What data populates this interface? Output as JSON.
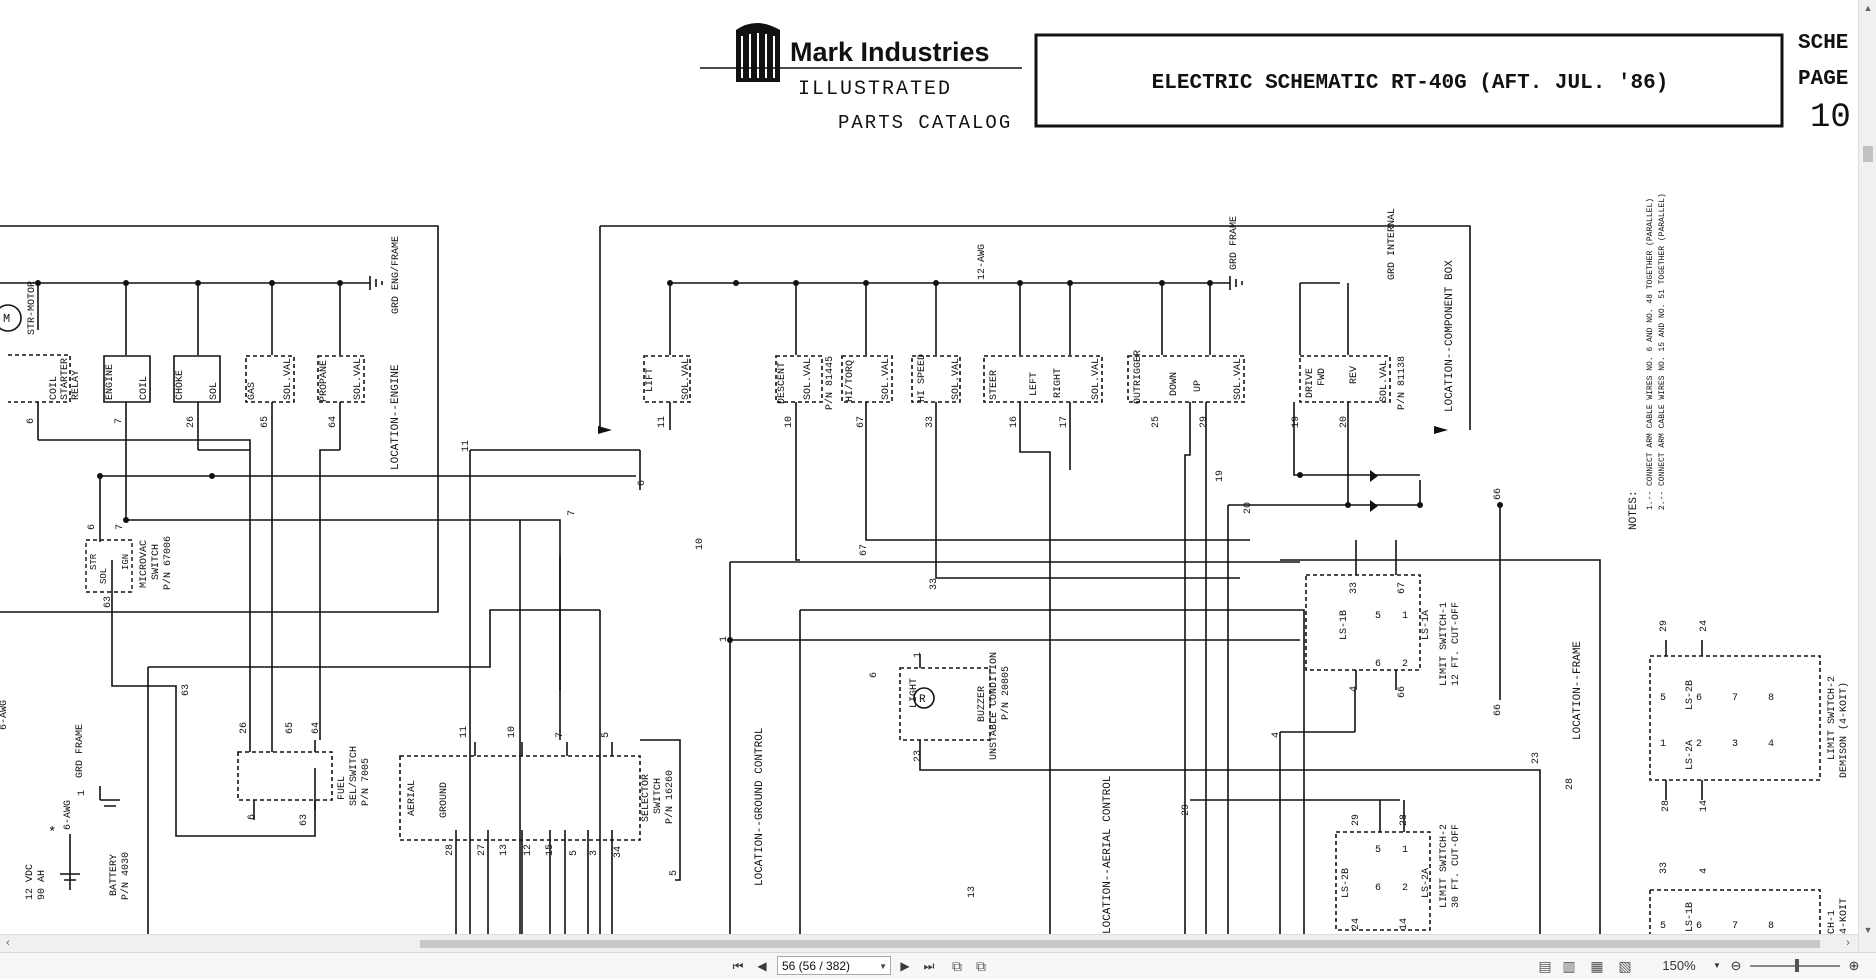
{
  "document": {
    "brand": {
      "company": "Mark Industries",
      "line1": "ILLUSTRATED",
      "line2": "PARTS CATALOG"
    },
    "title": "ELECTRIC SCHEMATIC RT-40G (AFT. JUL. '86)",
    "corner": {
      "sche": "SCHE",
      "page": "PAGE",
      "number": "10"
    },
    "notes": {
      "heading": "NOTES:",
      "lines": [
        "1.-- CONNECT ARM CABLE WIRES NO. 6 AND NO. 48 TOGETHER (PARALLEL)",
        "2.-- CONNECT ARM CABLE WIRES NO. 15 AND NO. 51 TOGETHER (PARALLEL)"
      ]
    },
    "engine_section": {
      "location": "LOCATION--ENGINE",
      "ground": "GRD ENG/FRAME",
      "str_motor": "STR-MOTOR",
      "motor": "M",
      "relay": [
        "COIL",
        "STARTER",
        "RELAY"
      ],
      "coils": [
        {
          "name": "ENGINE",
          "type": "COIL",
          "wire": "7"
        },
        {
          "name": "CHOKE",
          "type": "SOL",
          "wire": "26"
        },
        {
          "name": "GAS",
          "type": "SOL.VAL",
          "wire": "65"
        },
        {
          "name": "PROPANE",
          "type": "SOL.VAL",
          "wire": "64"
        }
      ],
      "relay_wire": "6"
    },
    "valve_section": {
      "ground": "GRD FRAME",
      "awg": "12-AWG",
      "valves": [
        {
          "name": "LIFT",
          "type": "SOL.VAL",
          "wire": "11"
        },
        {
          "name": "DESCENT",
          "type": "SOL.VAL",
          "pn": "P/N 81445",
          "wire": "10"
        },
        {
          "name": "HI/TORQ",
          "type": "SOL.VAL",
          "wire": "67"
        },
        {
          "name": "HI SPEED",
          "type": "SOL.VAL",
          "wire": "33"
        },
        {
          "name": "STEER",
          "sub": "LEFT",
          "wire": "16"
        },
        {
          "name": "",
          "sub": "RIGHT",
          "type": "SOL.VAL",
          "wire": "17"
        },
        {
          "name": "OUTRIGGER",
          "sub": "DOWN",
          "wire": "25"
        },
        {
          "name": "",
          "sub": "UP",
          "type": "SOL.VAL",
          "wire": "29"
        }
      ]
    },
    "drive_section": {
      "ground": "GRD INTERNAL",
      "location": "LOCATION--COMPONENT BOX",
      "drive": "DRIVE",
      "fwd": "FWD",
      "rev": "REV",
      "solval": "SOL.VAL",
      "pn": "P/N 81138",
      "wires": [
        "19",
        "20"
      ]
    },
    "microvac": {
      "labels": [
        "MICROVAC",
        "SWITCH",
        "P/N 67006"
      ],
      "pins": [
        "STR",
        "SOL",
        "IGN"
      ],
      "wires": [
        "6",
        "7",
        "63"
      ]
    },
    "fuel_switch": {
      "labels": [
        "FUEL",
        "SEL/SWITCH",
        "P/N 7005"
      ],
      "wires_top": [
        "26",
        "65",
        "64"
      ],
      "wires_bottom": [
        "6",
        "63"
      ]
    },
    "battery": {
      "ground": "GRD FRAME",
      "awg": "6-AWG",
      "star": "*",
      "voltage": "12 VDC",
      "capacity": "90 AH",
      "label": "BATTERY",
      "pn": "P/N 4030",
      "left_awg": "6-AWG",
      "wire": "1"
    },
    "selector": {
      "aerial": "AERIAL",
      "ground": "GROUND",
      "labels": [
        "SELECTOR",
        "SWITCH",
        "P/N 16260"
      ],
      "wires_top": [
        "11",
        "10",
        "7",
        "5"
      ],
      "wires_bottom": [
        "28",
        "27",
        "13",
        "12",
        "15",
        "5",
        "3",
        "34"
      ],
      "wire_side": "5"
    },
    "buzzer": {
      "light": "LIGHT",
      "r": "R",
      "buzzer": "BUZZER",
      "labels": [
        "UNSTABLE CONDITION",
        "P/N 20805"
      ],
      "wires": [
        "1",
        "23"
      ]
    },
    "ls1": {
      "ls1b": "LS-1B",
      "ls1a": "LS-1A",
      "labels": [
        "LIMIT SWITCH-1",
        "12 FT. CUT-OFF"
      ],
      "wires": [
        "33",
        "67",
        "4",
        "66"
      ],
      "terminals": [
        "5",
        "1",
        "6",
        "2"
      ]
    },
    "ls2": {
      "ls2b": "LS-2B",
      "ls2a": "LS-2A",
      "labels": [
        "LIMIT SWITCH-2",
        "30 FT. CUT-OFF"
      ],
      "wires": [
        "29",
        "28",
        "24",
        "14"
      ],
      "terminals": [
        "5",
        "1",
        "6",
        "2"
      ]
    },
    "ls_demison": {
      "labels": [
        "LIMIT SWITCH-2",
        "DEMISON (4-KOIT)"
      ],
      "top": [
        "29",
        "24"
      ],
      "bottom": [
        "28",
        "14"
      ],
      "b": "LS-2B",
      "a": "LS-2A",
      "terminals": [
        "5",
        "6",
        "7",
        "8",
        "1",
        "2",
        "3",
        "4"
      ]
    },
    "ls_demison2": {
      "labels": [
        "CH-1",
        "4-KOIT"
      ],
      "top": [
        "33",
        "4"
      ],
      "b": "LS-1B",
      "terminals": [
        "5",
        "6",
        "7",
        "8"
      ]
    },
    "locations": {
      "ground_control": "LOCATION--GROUND CONTROL",
      "aerial_control": "LOCATION--AERIAL CONTROL",
      "frame": "LOCATION--FRAME"
    },
    "wire_labels": {
      "w11": "11",
      "w6": "6",
      "w7": "7",
      "w10": "10",
      "w67": "67",
      "w33": "33",
      "w63": "63",
      "w6b": "6",
      "w13": "13",
      "w19": "19",
      "w20": "20",
      "w66": "66",
      "w66b": "66",
      "w4": "4",
      "w29": "29",
      "w23": "23",
      "w28": "28",
      "w1": "1"
    }
  },
  "statusbar": {
    "first": "first-page-icon",
    "prev": "prev-page-icon",
    "page": "56 (56 / 382)",
    "next": "next-page-icon",
    "last": "last-page-icon",
    "zoom": "150%"
  }
}
